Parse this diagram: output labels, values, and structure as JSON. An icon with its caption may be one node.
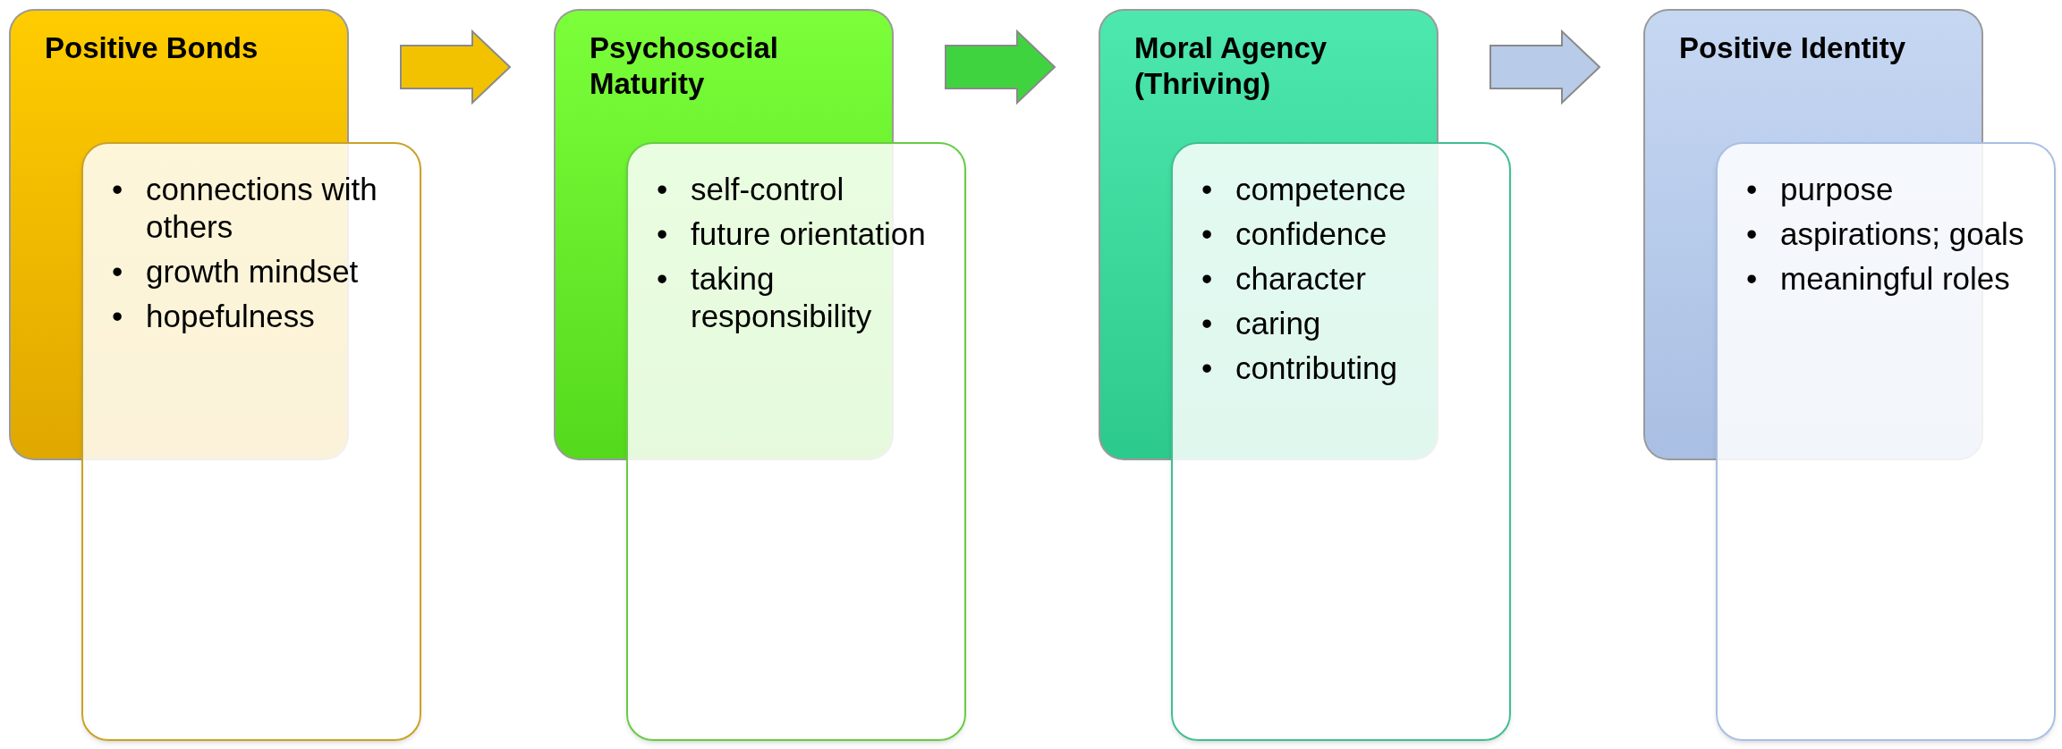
{
  "diagram": {
    "nodes": [
      {
        "text": [
          "Positive Bonds"
        ]
      },
      {
        "text": [
          "connections with others",
          "growth mindset",
          "hopefulness"
        ]
      },
      {
        "text": [
          "Psychosocial Maturity"
        ]
      },
      {
        "text": [
          "self-control",
          "future orientation",
          "taking responsibility"
        ]
      },
      {
        "text": [
          "Moral Agency (Thriving)"
        ]
      },
      {
        "text": [
          "competence",
          "confidence",
          "character",
          "caring",
          "contributing"
        ]
      },
      {
        "text": [
          "Positive Identity"
        ]
      },
      {
        "text": [
          "purpose",
          "aspirations; goals",
          "meaningful roles"
        ]
      }
    ],
    "edges": [
      {
        "from": 0,
        "to": 2,
        "arrow": "to",
        "color": "#f2c200"
      },
      {
        "from": 2,
        "to": 4,
        "arrow": "to",
        "color": "#3fd43f"
      },
      {
        "from": 4,
        "to": 6,
        "arrow": "to",
        "color": "#b8cbe8"
      }
    ],
    "labels": [
      "•",
      "•",
      "•",
      "•",
      "•",
      "•",
      "•",
      "•",
      "•",
      "•",
      "•",
      "•",
      "•",
      "•"
    ]
  }
}
